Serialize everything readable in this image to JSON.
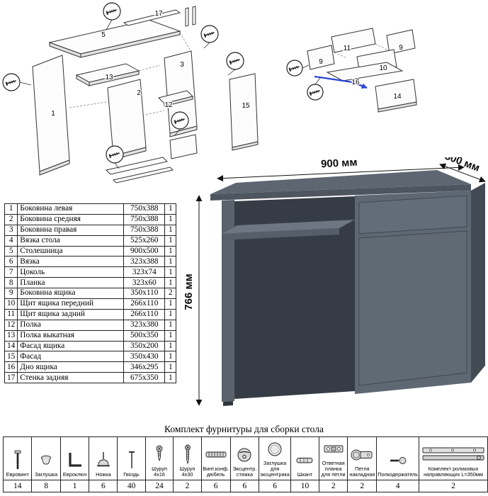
{
  "parts_table": {
    "rows": [
      {
        "num": "1",
        "name": "Боковина левая",
        "size": "750x388",
        "qty": "1"
      },
      {
        "num": "2",
        "name": "Боковина средняя",
        "size": "750x388",
        "qty": "1"
      },
      {
        "num": "3",
        "name": "Боковина правая",
        "size": "750x388",
        "qty": "1"
      },
      {
        "num": "4",
        "name": "Вязка стола",
        "size": "525x260",
        "qty": "1"
      },
      {
        "num": "5",
        "name": "Столешница",
        "size": "900x500",
        "qty": "1"
      },
      {
        "num": "6",
        "name": "Вязка",
        "size": "323x388",
        "qty": "1"
      },
      {
        "num": "7",
        "name": "Цоколь",
        "size": "323x74",
        "qty": "1"
      },
      {
        "num": "8",
        "name": "Планка",
        "size": "323x60",
        "qty": "1"
      },
      {
        "num": "9",
        "name": "Боковина ящика",
        "size": "350x110",
        "qty": "2"
      },
      {
        "num": "10",
        "name": "Щит ящика передний",
        "size": "266x110",
        "qty": "1"
      },
      {
        "num": "11",
        "name": "Щит ящика задний",
        "size": "266x110",
        "qty": "1"
      },
      {
        "num": "12",
        "name": "Полка",
        "size": "323x380",
        "qty": "1"
      },
      {
        "num": "13",
        "name": "Полка выкатная",
        "size": "500x350",
        "qty": "1"
      },
      {
        "num": "14",
        "name": "Фасад ящика",
        "size": "350x200",
        "qty": "1"
      },
      {
        "num": "15",
        "name": "Фасад",
        "size": "350x430",
        "qty": "1"
      },
      {
        "num": "16",
        "name": "Дно ящика",
        "size": "346x295",
        "qty": "1"
      },
      {
        "num": "17",
        "name": "Стенка задняя",
        "size": "675x350",
        "qty": "1"
      }
    ]
  },
  "desk": {
    "dim_width": "900 мм",
    "dim_depth": "500 мм",
    "dim_height": "766 мм"
  },
  "main_diagram": {
    "labels": [
      "17",
      "5",
      "3",
      "13",
      "2",
      "12",
      "1",
      "15"
    ]
  },
  "drawer_diagram": {
    "labels": [
      "11",
      "9",
      "9",
      "10",
      "16",
      "14"
    ]
  },
  "hardware": {
    "title": "Комплект фурнитуры для сборки стола",
    "items": [
      {
        "name": "Евровинт",
        "qty": "14",
        "icon": "euro-screw-icon"
      },
      {
        "name": "Заглушка",
        "qty": "8",
        "icon": "plug-cap-icon"
      },
      {
        "name": "Евроключ",
        "qty": "1",
        "icon": "hex-key-icon"
      },
      {
        "name": "Ножка",
        "qty": "6",
        "icon": "leg-icon"
      },
      {
        "name": "Гвоздь",
        "qty": "40",
        "icon": "nail-icon"
      },
      {
        "name": "Шуруп 4x16",
        "qty": "24",
        "icon": "screw-4x16-icon"
      },
      {
        "name": "Шуруп 4x30",
        "qty": "2",
        "icon": "screw-4x30-icon"
      },
      {
        "name": "Винт.конф. дюбель",
        "qty": "6",
        "icon": "dowel-screw-icon"
      },
      {
        "name": "Эксцентр. стяжка",
        "qty": "6",
        "icon": "eccentric-cam-icon"
      },
      {
        "name": "Заглушка для эксцентрика",
        "qty": "6",
        "icon": "eccentric-cap-icon"
      },
      {
        "name": "Шкант",
        "qty": "10",
        "icon": "dowel-icon"
      },
      {
        "name": "Ответная планка для петли",
        "qty": "2",
        "icon": "hinge-plate-icon"
      },
      {
        "name": "Петля накладная",
        "qty": "2",
        "icon": "overlay-hinge-icon"
      },
      {
        "name": "Полкодержатель",
        "qty": "4",
        "icon": "shelf-support-icon"
      },
      {
        "name": "Комплект роликовых направляющих L=350мм",
        "qty": "2",
        "icon": "roller-guides-icon"
      }
    ]
  }
}
